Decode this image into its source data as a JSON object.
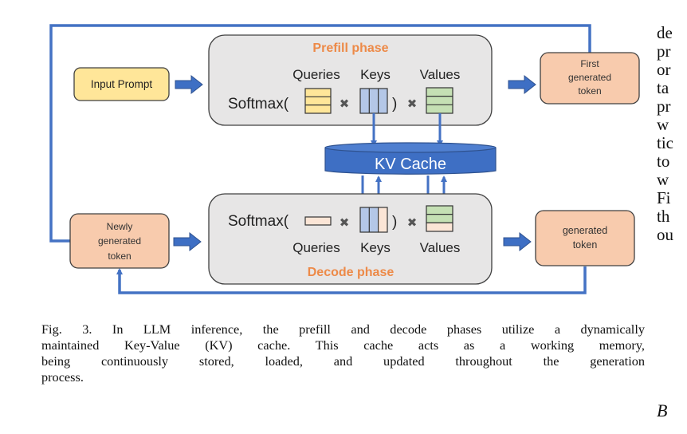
{
  "figure": {
    "prefill": {
      "title": "Prefill phase",
      "queries_label": "Queries",
      "keys_label": "Keys",
      "values_label": "Values",
      "softmax_label": "Softmax(",
      "close_paren": ")"
    },
    "decode": {
      "title": "Decode phase",
      "queries_label": "Queries",
      "keys_label": "Keys",
      "values_label": "Values",
      "softmax_label": "Softmax(",
      "close_paren": ")"
    },
    "kv_cache_label": "KV Cache",
    "input_prompt_label": "Input Prompt",
    "first_token_lines": [
      "First",
      "generated",
      "token"
    ],
    "newly_token_lines": [
      "Newly",
      "generated",
      "token"
    ],
    "generated_token_lines": [
      "generated",
      "token"
    ],
    "colors": {
      "arrow_blue": "#4472c4",
      "phase_title_orange": "#ed8a48",
      "token_fill": "#f8cbad",
      "prompt_fill": "#ffe699",
      "phase_box_fill": "#e7e6e6",
      "keys_fill": "#b4c7e7",
      "values_fill": "#c5e0b4",
      "kv_cache_fill": "#3e6fc4"
    }
  },
  "caption": {
    "lines": [
      "Fig. 3.  In LLM inference, the prefill and decode phases utilize a dynamically",
      "maintained Key-Value (KV) cache. This cache acts as a working memory,",
      "being continuously stored, loaded, and updated throughout the generation",
      "process."
    ]
  },
  "body_text_fragments": [
    "de",
    "pr",
    "or",
    "ta",
    "pr",
    "w",
    "tic",
    "to",
    "w",
    "Fi",
    "th",
    "ou"
  ],
  "section_heading_fragment": "B"
}
